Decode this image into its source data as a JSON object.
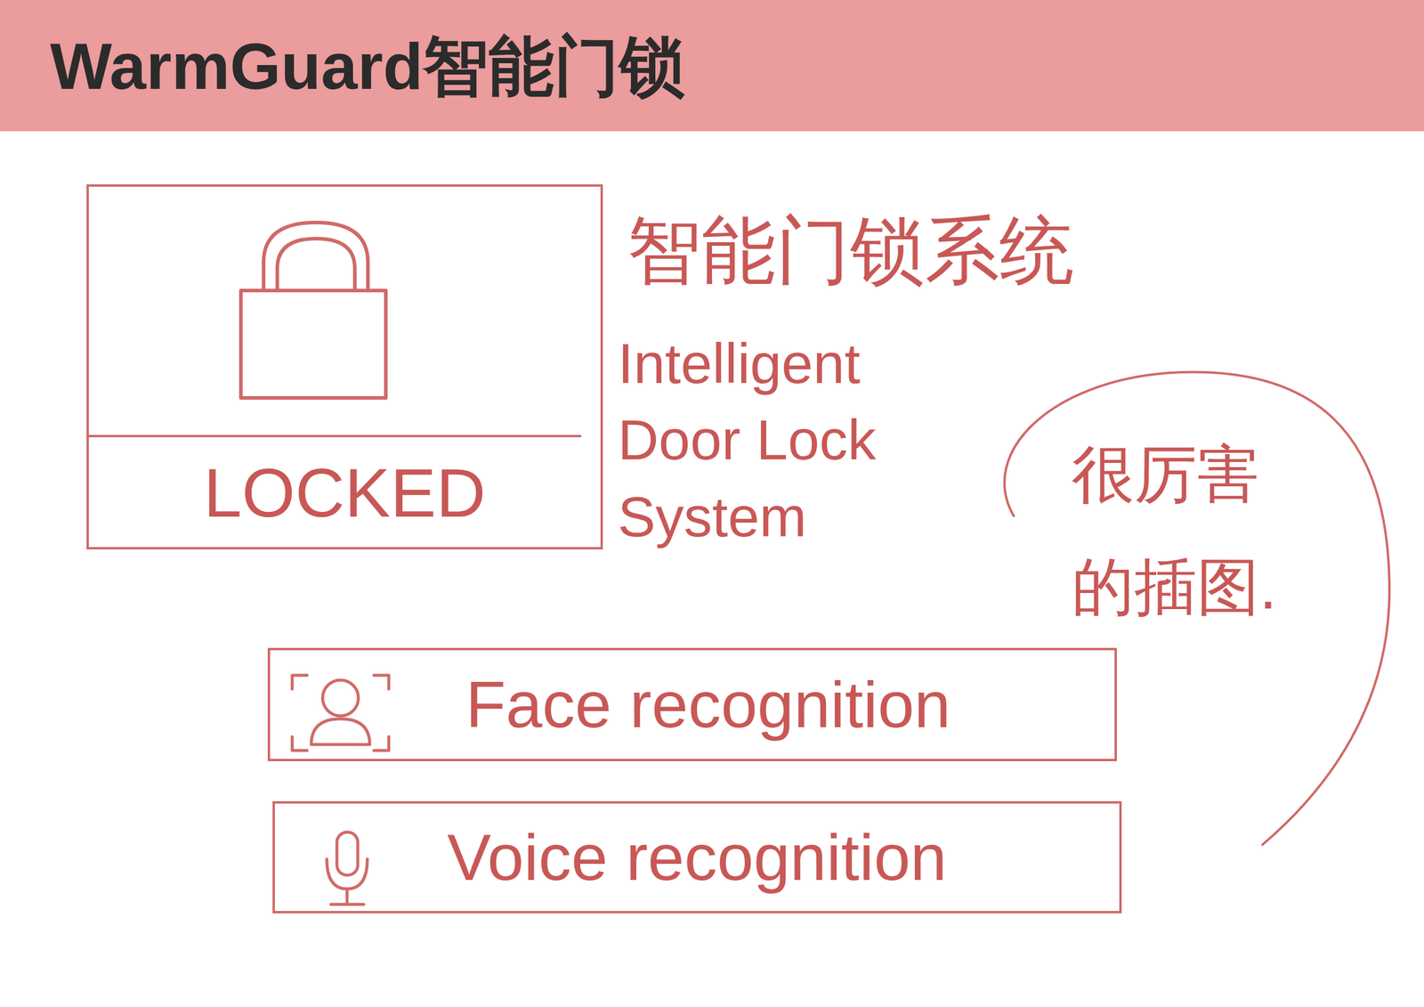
{
  "diagram": {
    "title": "WarmGuard智能门锁",
    "nodes": [
      {
        "text": [
          "LOCKED"
        ]
      },
      {
        "text": [
          "Face recognition"
        ]
      },
      {
        "text": [
          "Voice recognition"
        ]
      }
    ],
    "labels": [
      "智能门锁系统",
      "Intelligent Door Lock System",
      "很厉害的插图."
    ]
  }
}
